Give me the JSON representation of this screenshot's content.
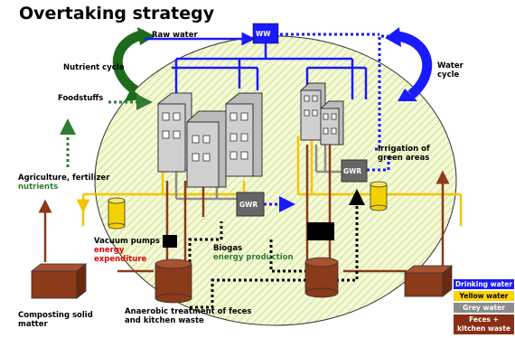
{
  "title": "Overtaking strategy",
  "labels": {
    "raw_water": "Raw water",
    "ww": "WW",
    "nutrient_cycle": "Nutrient cycle",
    "water_cycle_line1": "Water",
    "water_cycle_line2": "cycle",
    "foodstuffs": "Foodstuffs",
    "agriculture": "Agriculture, fertilizer",
    "nutrients": "nutrients",
    "irrigation_line1": "Irrigation of",
    "irrigation_line2": "green areas",
    "gwr_left": "GWR",
    "gwr_right": "GWR",
    "vacuum_pumps": "Vacuum pumps",
    "energy_expenditure_line1": "energy",
    "energy_expenditure_line2": "expenditure",
    "biogas": "Biogas",
    "energy_production": "energy production",
    "composting_line1": "Composting solid",
    "composting_line2": "matter",
    "anaerobic_line1": "Anaerobic treatment of feces",
    "anaerobic_line2": "and kitchen waste"
  },
  "legend": [
    {
      "label": "Drinking water",
      "bg": "#1a1aff",
      "fg": "#ffffff"
    },
    {
      "label": "Yellow water",
      "bg": "#ffd400",
      "fg": "#000000"
    },
    {
      "label": "Grey water",
      "bg": "#8c8c8c",
      "fg": "#ffffff"
    },
    {
      "label": "Feces +\nkitchen waste",
      "bg": "#8b2e16",
      "fg": "#ffffff"
    }
  ],
  "colors": {
    "drinking": "#1a1aff",
    "yellow": "#f5c400",
    "grey": "#8c8c8c",
    "brown": "#8b3a1a",
    "green": "#2e7d32"
  }
}
